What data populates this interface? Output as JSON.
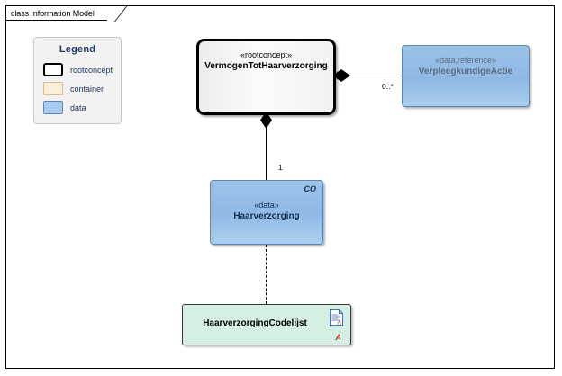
{
  "diagram": {
    "tab_label": "class Information Model",
    "background": "#ffffff",
    "frame_border": "#000000"
  },
  "legend": {
    "title": "Legend",
    "items": [
      {
        "label": "rootconcept",
        "swatch_fill": "#ffffff",
        "swatch_border": "#000000"
      },
      {
        "label": "container",
        "swatch_fill": "#fbeed9",
        "swatch_border": "#d9bb8c"
      },
      {
        "label": "data",
        "swatch_fill": "#a8cbee",
        "swatch_border": "#5b86b5"
      }
    ]
  },
  "nodes": {
    "rootconcept": {
      "stereotype": "«rootconcept»",
      "name": "VermogenTotHaarverzorging",
      "fill": "#f2f2f2",
      "border": "#000000"
    },
    "reference": {
      "stereotype": "«data,reference»",
      "name": "VerpleegkundigeActie",
      "fill": "#97bfe7",
      "border": "#5b86b5",
      "text_color": "#5d6f80"
    },
    "data": {
      "stereotype": "«data»",
      "name": "Haarverzorging",
      "corner_tag": "CO",
      "fill": "#9cc2ea",
      "border": "#5b86b5"
    },
    "codelist": {
      "name": "HaarverzorgingCodelijst",
      "icon": "document-icon",
      "mark": "A",
      "mark_color": "#d42a18",
      "fill": "#d5efe2",
      "border": "#3b3b3b"
    }
  },
  "connectors": {
    "composition_to_reference": {
      "type": "composition",
      "source_multiplicity": "",
      "target_multiplicity": "0..*"
    },
    "composition_to_data": {
      "type": "composition",
      "target_multiplicity": "1"
    },
    "dependency_to_codelist": {
      "type": "dependency-dashed"
    }
  }
}
